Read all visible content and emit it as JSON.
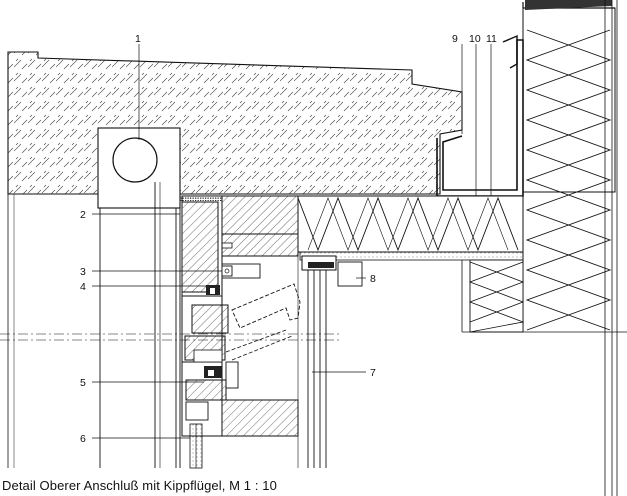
{
  "caption": "Detail Oberer Anschluß mit Kippflügel, M 1 : 10",
  "callouts": [
    "1",
    "2",
    "3",
    "4",
    "5",
    "6",
    "7",
    "8",
    "9",
    "10",
    "11"
  ]
}
